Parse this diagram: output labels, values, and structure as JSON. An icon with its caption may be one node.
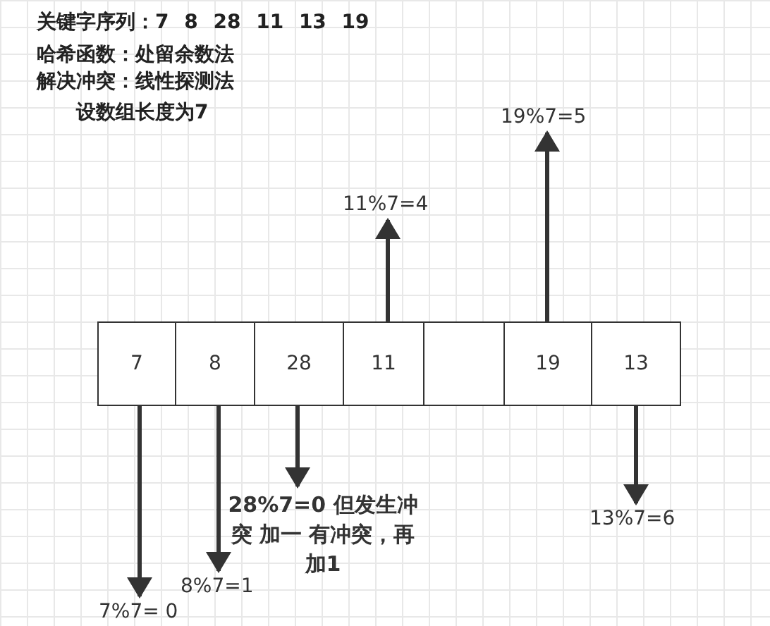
{
  "diagram": {
    "nodes": [
      {
        "text": [
          "7"
        ]
      },
      {
        "text": [
          "8"
        ]
      },
      {
        "text": [
          "28"
        ]
      },
      {
        "text": [
          "11"
        ]
      },
      {
        "text": [],
        "shape": "box"
      },
      {
        "text": [
          "19"
        ]
      },
      {
        "text": [
          "13"
        ]
      },
      {
        "text": [
          "11%7=4"
        ]
      },
      {
        "text": [
          "19%7=5"
        ]
      },
      {
        "text": [
          "7%7= 0"
        ]
      },
      {
        "text": [
          "8%7=1"
        ]
      },
      {
        "text": [
          "28%7=0 但发生冲突 加一 有冲突，再加1"
        ]
      },
      {
        "text": [
          "13%7=6"
        ]
      }
    ],
    "edges": [
      {
        "from": 0,
        "to": 9,
        "arrow": "to"
      },
      {
        "from": 1,
        "to": 10,
        "arrow": "to"
      },
      {
        "from": 2,
        "to": 11,
        "arrow": "to"
      },
      {
        "from": 3,
        "to": 7,
        "arrow": "to"
      },
      {
        "from": 5,
        "to": 8,
        "arrow": "to"
      },
      {
        "from": 6,
        "to": 12,
        "arrow": "to"
      }
    ],
    "labels": [
      "关键字序列：7 8 28 11 13 19",
      "哈希函数：处留余数法",
      "解决冲突：线性探测法",
      "设数组长度为7"
    ]
  }
}
